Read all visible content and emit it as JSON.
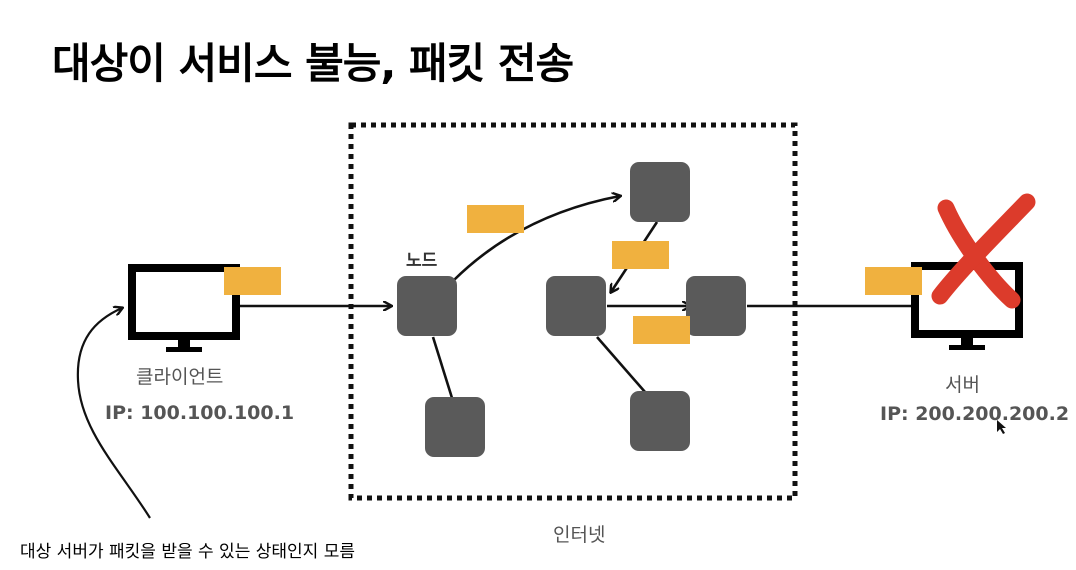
{
  "title": "대상이 서비스 불능, 패킷 전송",
  "client": {
    "label": "클라이언트",
    "ip": "IP: 100.100.100.1"
  },
  "server": {
    "label": "서버",
    "ip": "IP: 200.200.200.2",
    "status_icon": "x-mark-icon"
  },
  "internet": {
    "label": "인터넷",
    "node_label": "노드"
  },
  "note": "대상 서버가 패킷을 받을 수 있는 상태인지 모름",
  "colors": {
    "packet": "#f0b13f",
    "node": "#5a5a5a",
    "x_mark": "#dc3b2b",
    "text_gray": "#555555"
  }
}
